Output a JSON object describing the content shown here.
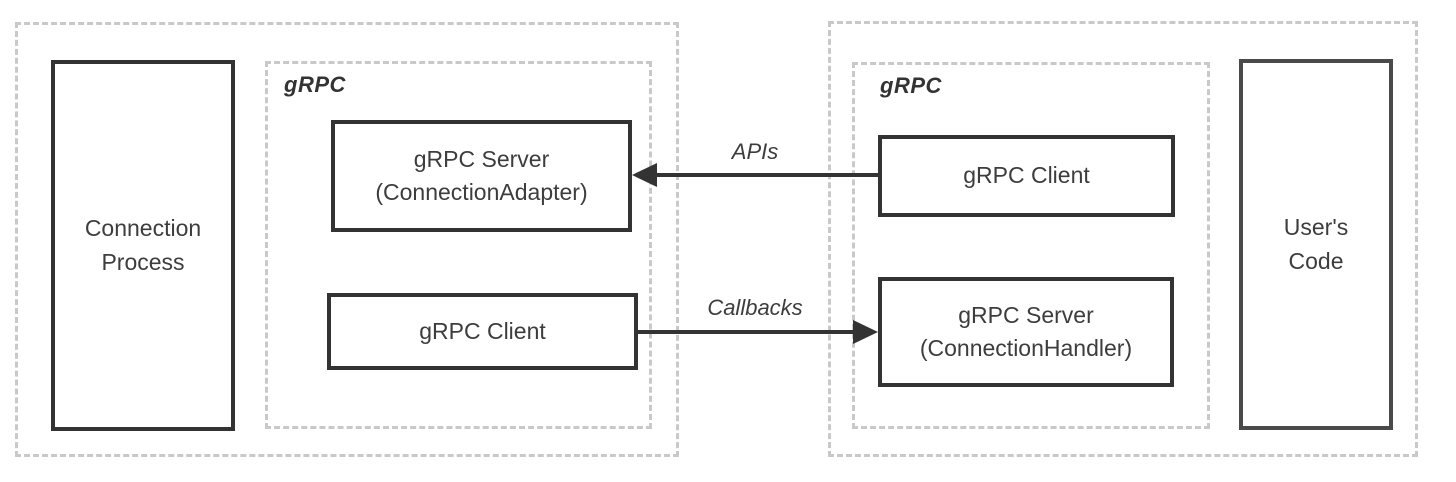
{
  "left": {
    "grpc_label": "gRPC",
    "process_box": "Connection Process",
    "server_box": "gRPC Server (ConnectionAdapter)",
    "client_box": "gRPC Client"
  },
  "right": {
    "grpc_label": "gRPC",
    "client_box": "gRPC Client",
    "server_box": "gRPC Server (ConnectionHandler)",
    "users_code_box": "User's Code"
  },
  "arrows": {
    "apis": "APIs",
    "callbacks": "Callbacks"
  },
  "colors": {
    "solid_border": "#333333",
    "users_code_border": "#4a4a4a",
    "dashed_border": "#c9c9c9",
    "text": "#3d3d3d",
    "background": "#ffffff"
  }
}
